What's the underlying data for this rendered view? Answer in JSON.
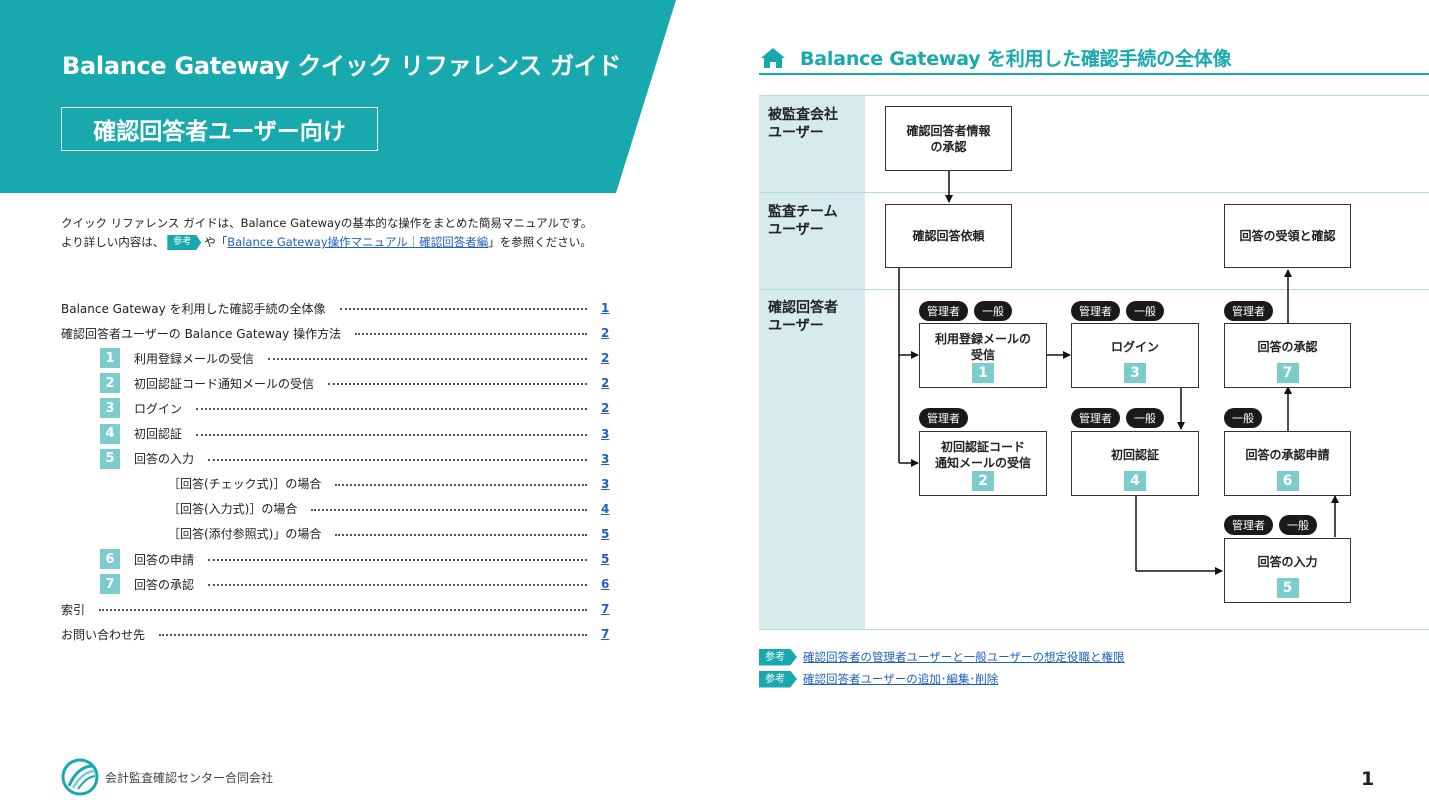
{
  "banner": {
    "title": "Balance Gateway クイック リファレンス ガイド",
    "subtitle": "確認回答者ユーザー向け",
    "color": "#17a9ad"
  },
  "intro": {
    "line1": "クイック リファレンス ガイドは、Balance Gatewayの基本的な操作をまとめた簡易マニュアルです。",
    "line2_prefix": "より詳しい内容は、",
    "ref_tag": "参考",
    "line2_mid": "や「",
    "manual_link": "Balance Gateway操作マニュアル｜確認回答者編",
    "line2_suffix": "」を参照ください。"
  },
  "toc": [
    {
      "num": "",
      "label": "Balance Gateway を利用した確認手続の全体像",
      "page": "1",
      "indent": 0
    },
    {
      "num": "",
      "label": "確認回答者ユーザーの Balance Gateway 操作方法",
      "page": "2",
      "indent": 0
    },
    {
      "num": "1",
      "label": "利用登録メールの受信",
      "page": "2",
      "indent": 1
    },
    {
      "num": "2",
      "label": "初回認証コード通知メールの受信",
      "page": "2",
      "indent": 1
    },
    {
      "num": "3",
      "label": "ログイン",
      "page": "2",
      "indent": 1
    },
    {
      "num": "4",
      "label": "初回認証",
      "page": "3",
      "indent": 1
    },
    {
      "num": "5",
      "label": "回答の入力",
      "page": "3",
      "indent": 1
    },
    {
      "num": "",
      "label": "［回答(チェック式)］の場合",
      "page": "3",
      "indent": 2
    },
    {
      "num": "",
      "label": "［回答(入力式)］の場合",
      "page": "4",
      "indent": 2
    },
    {
      "num": "",
      "label": "［回答(添付参照式)」の場合",
      "page": "5",
      "indent": 2
    },
    {
      "num": "6",
      "label": "回答の申請",
      "page": "5",
      "indent": 1
    },
    {
      "num": "7",
      "label": "回答の承認",
      "page": "6",
      "indent": 1
    },
    {
      "num": "",
      "label": "索引",
      "page": "7",
      "indent": 0
    },
    {
      "num": "",
      "label": "お問い合わせ先",
      "page": "7",
      "indent": 0
    }
  ],
  "footer": {
    "company": "会計監査確認センター合同会社",
    "page_number": "1"
  },
  "overview": {
    "title": "Balance Gateway を利用した確認手続の全体像",
    "icon": "home-icon",
    "lanes": [
      {
        "label": "被監査会社\nユーザー"
      },
      {
        "label": "監査チーム\nユーザー"
      },
      {
        "label": "確認回答者\nユーザー"
      }
    ],
    "boxes": {
      "approve_info": {
        "text": "確認回答者情報\nの承認",
        "num": ""
      },
      "request": {
        "text": "確認回答依頼",
        "num": ""
      },
      "receive": {
        "text": "回答の受領と確認",
        "num": ""
      },
      "reg_mail": {
        "text": "利用登録メールの\n受信",
        "num": "1"
      },
      "login": {
        "text": "ログイン",
        "num": "3"
      },
      "answer_approve": {
        "text": "回答の承認",
        "num": "7"
      },
      "code_mail": {
        "text": "初回認証コード\n通知メールの受信",
        "num": "2"
      },
      "first_auth": {
        "text": "初回認証",
        "num": "4"
      },
      "answer_apply": {
        "text": "回答の承認申請",
        "num": "6"
      },
      "answer_input": {
        "text": "回答の入力",
        "num": "5"
      }
    },
    "pills": {
      "admin": "管理者",
      "general": "一般"
    }
  },
  "references": [
    {
      "tag": "参考",
      "text": "確認回答者の管理者ユーザーと一般ユーザーの想定役職と権限"
    },
    {
      "tag": "参考",
      "text": "確認回答者ユーザーの追加･編集･削除"
    }
  ]
}
